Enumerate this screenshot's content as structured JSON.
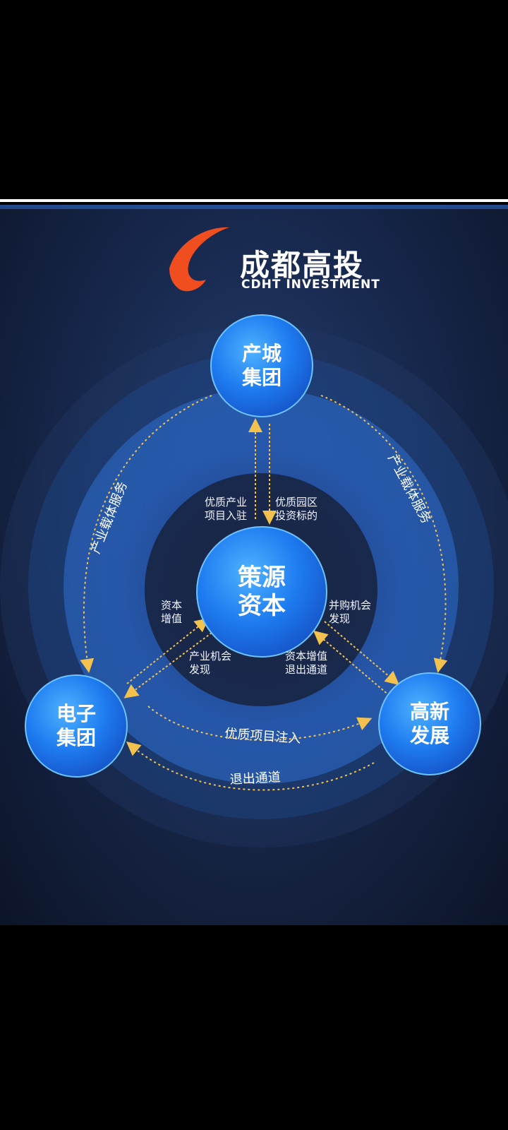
{
  "brand": {
    "name_cn": "成都高投",
    "name_en": "CDHT INVESTMENT",
    "logo_color": "#f04e1f"
  },
  "nodes": {
    "top": {
      "label": "产城\n集团"
    },
    "center": {
      "label": "策源\n资本"
    },
    "left": {
      "label": "电子\n集团"
    },
    "right": {
      "label": "高新\n发展"
    }
  },
  "labels": {
    "top_left_inner": "优质产业\n项目入驻",
    "top_right_inner": "优质园区\n投资标的",
    "center_left": "资本\n增值",
    "center_right": "并购机会\n发现",
    "lower_left_inner": "产业机会\n发现",
    "lower_right_inner": "资本增值\n退出通道",
    "arc_left": "产业载体服务",
    "arc_right": "产业载体服务",
    "bottom_upper": "优质项目注入",
    "bottom_lower": "退出通道"
  },
  "colors": {
    "node_blue": "#1f7df2",
    "arrow_yellow": "#f2c14e",
    "ring_blue": "#2a66c7"
  }
}
